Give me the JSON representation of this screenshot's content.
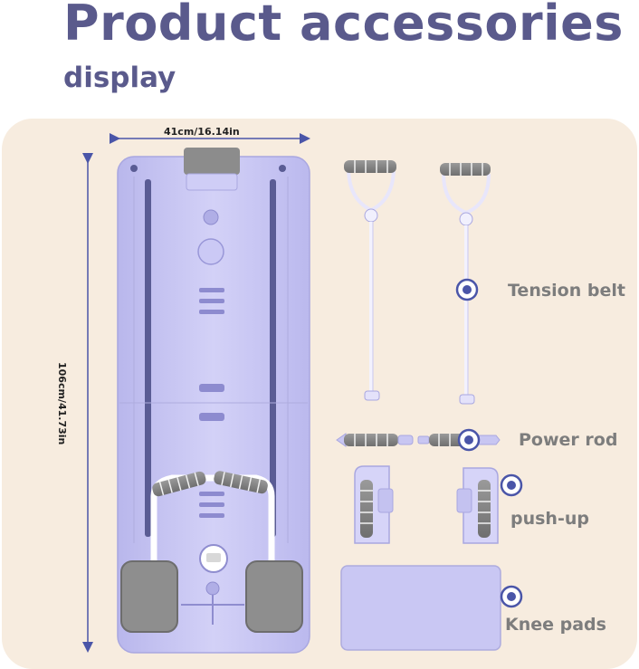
{
  "header": {
    "title": "Product accessories",
    "subtitle": "display"
  },
  "dimensions": {
    "width": "41cm/16.14in",
    "height": "106cm/41.73in"
  },
  "accessories": {
    "tension_belt": "Tension belt",
    "power_rod": "Power rod",
    "push_up": "push-up",
    "knee_pads": "Knee pads"
  },
  "colors": {
    "title": "#5a5a8c",
    "board": "#c8c6f2",
    "panel": "#f7ecdf",
    "marker": "#4a55a8",
    "label": "#7d7d7d"
  }
}
